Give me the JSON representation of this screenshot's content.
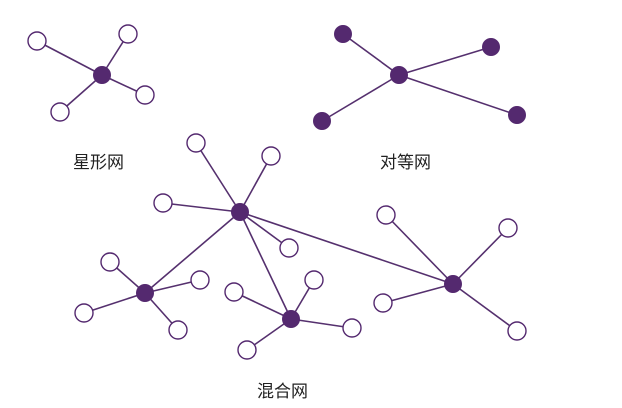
{
  "colors": {
    "node_fill": "#54296f",
    "edge": "#55306e",
    "leaf_fill": "#ffffff",
    "text": "#222222"
  },
  "labels": {
    "star": "星形网",
    "peer": "对等网",
    "hybrid": "混合网"
  }
}
